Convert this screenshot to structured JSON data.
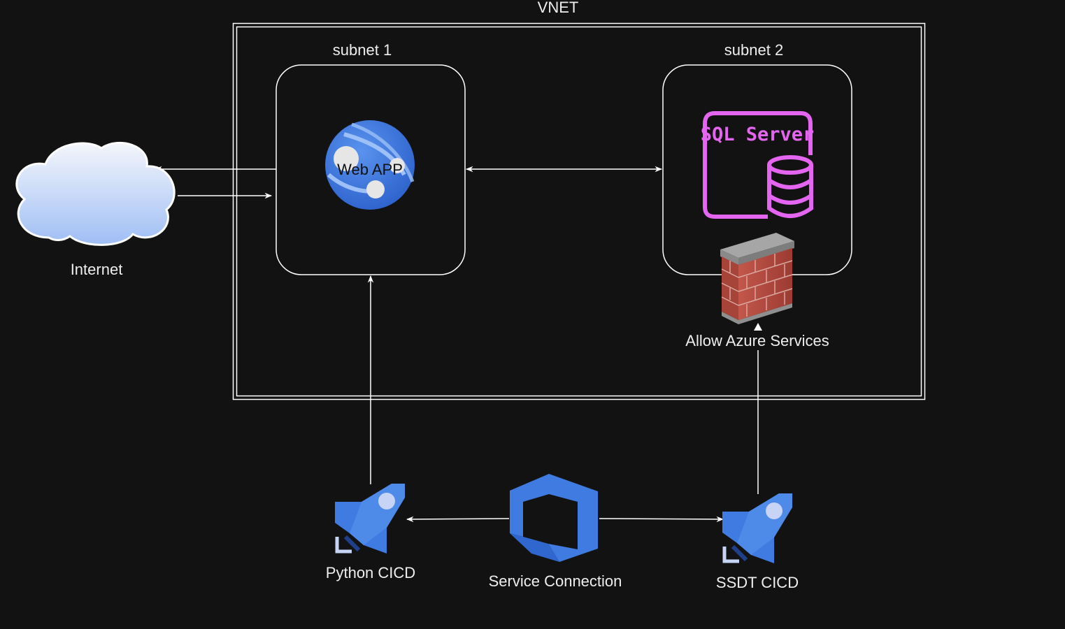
{
  "labels": {
    "vnet": "VNET",
    "subnet1": "subnet 1",
    "subnet2": "subnet 2",
    "internet": "Internet",
    "webapp": "Web APP",
    "sqlserver": "SQL Server",
    "firewall": "Allow Azure Services",
    "python_cicd": "Python CICD",
    "service_connection": "Service Connection",
    "ssdt_cicd": "SSDT CICD"
  },
  "icons": {
    "internet": "cloud-icon",
    "webapp": "web-app-globe-icon",
    "sqlserver": "sql-server-database-icon",
    "firewall": "firewall-brick-wall-icon",
    "python_cicd": "pipeline-rocket-icon",
    "service_connection": "azure-devops-icon",
    "ssdt_cicd": "pipeline-rocket-icon"
  },
  "colors": {
    "background": "#121212",
    "lines": "#ffffff",
    "azure_blue": "#3f7be0",
    "sql_magenta": "#e466f0",
    "brick_red": "#b5483e"
  }
}
